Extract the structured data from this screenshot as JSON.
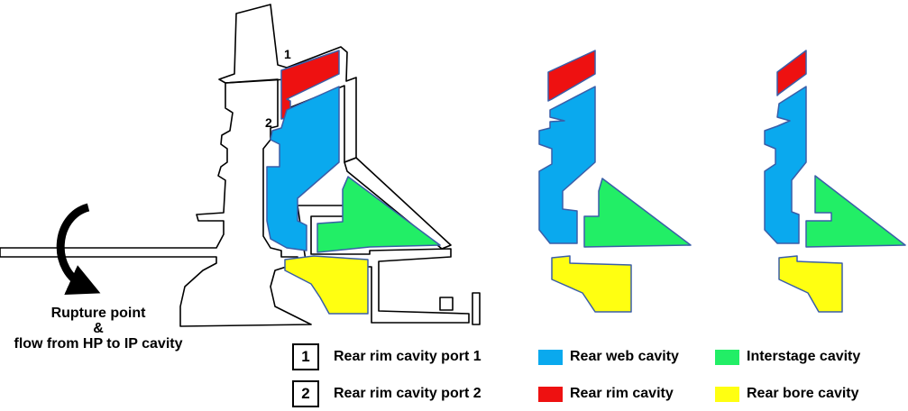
{
  "rupture": {
    "line1": "Rupture point",
    "line2": "&",
    "line3": "flow from HP to IP cavity"
  },
  "ports": {
    "port1_marker": "1",
    "port2_marker": "2"
  },
  "legend": {
    "port1": {
      "num": "1",
      "label": "Rear rim cavity port 1"
    },
    "port2": {
      "num": "2",
      "label": "Rear rim cavity port 2"
    },
    "web": {
      "label": "Rear web cavity",
      "color": "#0aa9ee"
    },
    "rim": {
      "label": "Rear rim cavity",
      "color": "#ee1111"
    },
    "interstage": {
      "label": "Interstage cavity",
      "color": "#22ee66"
    },
    "bore": {
      "label": "Rear bore cavity",
      "color": "#ffff11"
    }
  },
  "colors": {
    "web": "#0aa9ee",
    "rim": "#ee1111",
    "interstage": "#22ee66",
    "bore": "#ffff11",
    "cavity_outline": "#3a5ea8"
  }
}
